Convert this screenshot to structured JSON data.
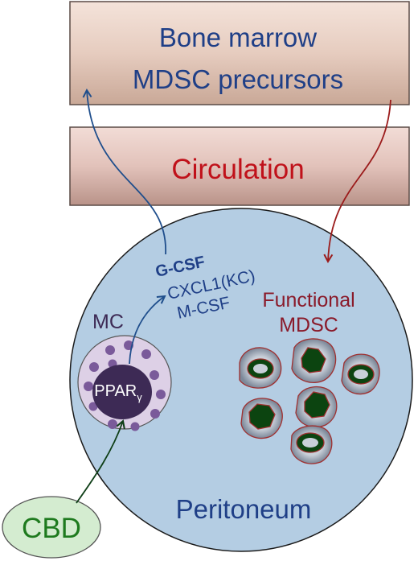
{
  "boxes": {
    "bone_marrow": {
      "line1": "Bone marrow",
      "line2": "MDSC precursors"
    },
    "circulation": {
      "label": "Circulation"
    }
  },
  "peritoneum": {
    "label": "Peritoneum"
  },
  "mast_cell": {
    "label": "MC",
    "nucleus_label": "PPAR",
    "nucleus_subscript": "γ"
  },
  "cytokines": [
    "G-CSF",
    "CXCL1(KC)",
    "M-CSF"
  ],
  "functional_mdsc": {
    "line1": "Functional",
    "line2": "MDSC"
  },
  "cbd": {
    "label": "CBD"
  },
  "colors": {
    "box_fill": "#e8cfc2",
    "box_border": "#5a4a45",
    "circulation_text": "#c0111a",
    "dark_blue_text": "#1f3f87",
    "peritoneum_fill": "#b4cde3",
    "mc_fill": "#ddd0e6",
    "mc_nucleus": "#3d2a55",
    "granule": "#7a5a9a",
    "mdsc_text": "#8a1a2a",
    "mdsc_cell_border": "#a03030",
    "mdsc_nucleus": "#0c4410",
    "cbd_fill": "#d4ecd0",
    "cbd_text": "#1e7a1e",
    "arrow_blue": "#1f4e8c",
    "arrow_red": "#9b1b1b",
    "arrow_green": "#0e3e16"
  }
}
